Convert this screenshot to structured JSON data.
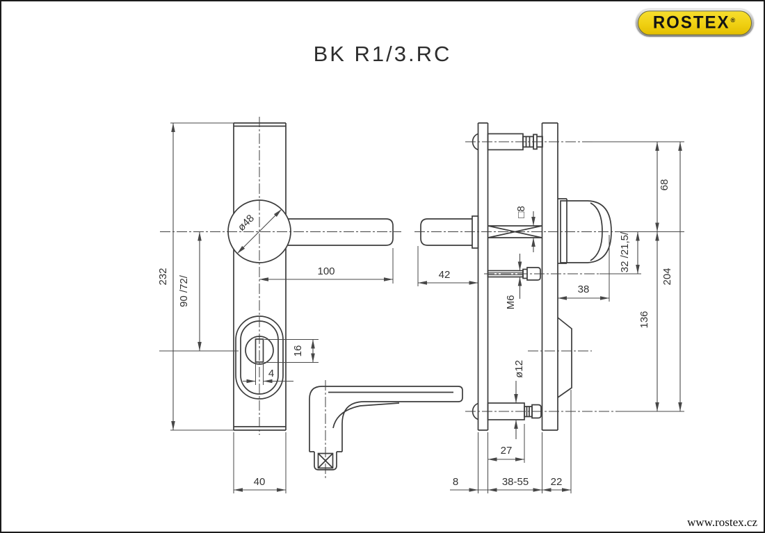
{
  "title": "BK  R1/3.RC",
  "logo": {
    "text": "ROSTEX",
    "registered": "®"
  },
  "footer": {
    "website": "www.rostex.cz"
  },
  "views": {
    "front": {
      "dims": {
        "overall_height": "232",
        "handle_to_cylinder": "90 /72/",
        "rose_diameter": "ø48",
        "lever_length": "100",
        "keyway_height": "16",
        "keyway_width": "4",
        "plate_width": "40"
      }
    },
    "side": {
      "dims": {
        "stub_length": "42",
        "spindle_square": "□8",
        "fixing_thread": "M6",
        "grip_projection": "38",
        "top_screw_to_handle": "68",
        "handle_to_m6": "32 /21,5/",
        "screw_spacing": "204",
        "handle_to_bottom_screw": "136",
        "screw_diameter": "ø12",
        "screw_length": "27",
        "plate_thickness": "8",
        "door_thickness_range": "38-55",
        "outer_plate_thickness": "22"
      }
    }
  }
}
